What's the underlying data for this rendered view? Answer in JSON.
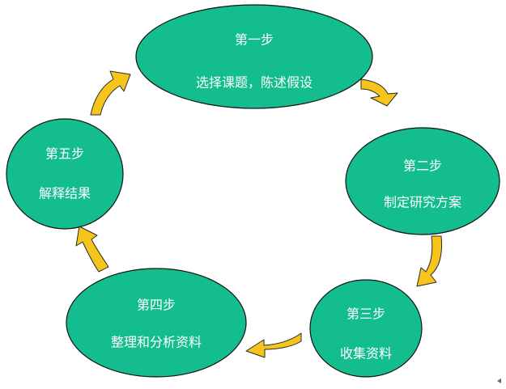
{
  "steps": [
    {
      "title": "第一步",
      "desc": "选择课题，陈述假设"
    },
    {
      "title": "第二步",
      "desc": "制定研究方案"
    },
    {
      "title": "第三步",
      "desc": "收集资料"
    },
    {
      "title": "第四步",
      "desc": "整理和分析资料"
    },
    {
      "title": "第五步",
      "desc": "解释结果"
    }
  ],
  "colors": {
    "node_fill": "#14BD8E",
    "node_text": "#ffffff",
    "arrow_fill": "#F6C41B"
  }
}
